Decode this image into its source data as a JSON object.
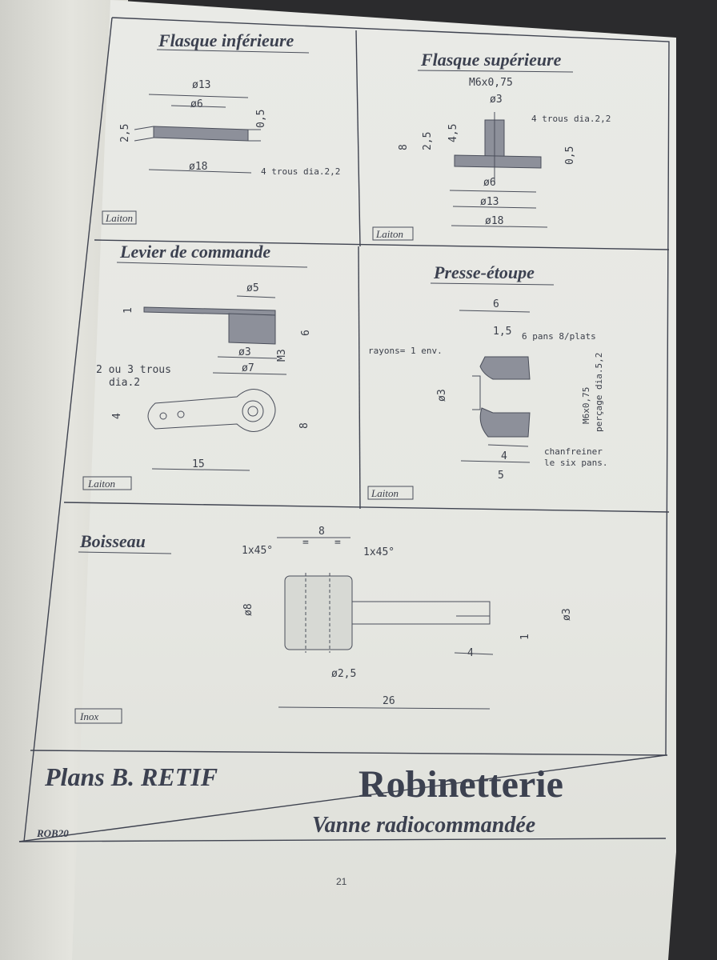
{
  "sections": {
    "flasque_inf": {
      "title": "Flasque inférieure",
      "dims": {
        "d13": "ø13",
        "d6": "ø6",
        "d18": "ø18",
        "h25": "2,5",
        "h05": "0,5",
        "holes": "4 trous dia.2,2"
      },
      "material": "Laiton"
    },
    "flasque_sup": {
      "title": "Flasque supérieure",
      "dims": {
        "thread": "M6x0,75",
        "d3": "ø3",
        "holes": "4 trous dia.2,2",
        "h8": "8",
        "h25": "2,5",
        "h45": "4,5",
        "h05": "0,5",
        "d6": "ø6",
        "d13": "ø13",
        "d18": "ø18"
      },
      "material": "Laiton"
    },
    "levier": {
      "title": "Levier de commande",
      "dims": {
        "d5": "ø5",
        "h1": "1",
        "h6": "6",
        "d3": "ø3",
        "m3": "M3",
        "d7": "ø7",
        "trous": "2 ou 3 trous",
        "dia2": "dia.2",
        "w4": "4",
        "w8": "8",
        "l15": "15"
      },
      "material": "Laiton"
    },
    "presse": {
      "title": "Presse-étoupe",
      "dims": {
        "w6": "6",
        "w15": "1,5",
        "pans": "6 pans 8/plats",
        "rayons": "rayons= 1 env.",
        "d3": "ø3",
        "thread": "M6x0,75",
        "percage": "perçage dia.5,2",
        "w4": "4",
        "w5": "5",
        "chanf1": "chanfreiner",
        "chanf2": "le six pans."
      },
      "material": "Laiton"
    },
    "boisseau": {
      "title": "Boisseau",
      "dims": {
        "w8": "8",
        "eq": "=",
        "ch_left": "1x45°",
        "ch_right": "1x45°",
        "d8": "ø8",
        "d3": "ø3",
        "h1": "1",
        "w4": "4",
        "d25": "ø2,5",
        "l26": "26"
      },
      "material": "Inox"
    }
  },
  "footer": {
    "author": "Plans B. RETIF",
    "main_title": "Robinetterie",
    "subtitle": "Vanne radiocommandée",
    "ref": "ROB20"
  },
  "page_number": "21"
}
